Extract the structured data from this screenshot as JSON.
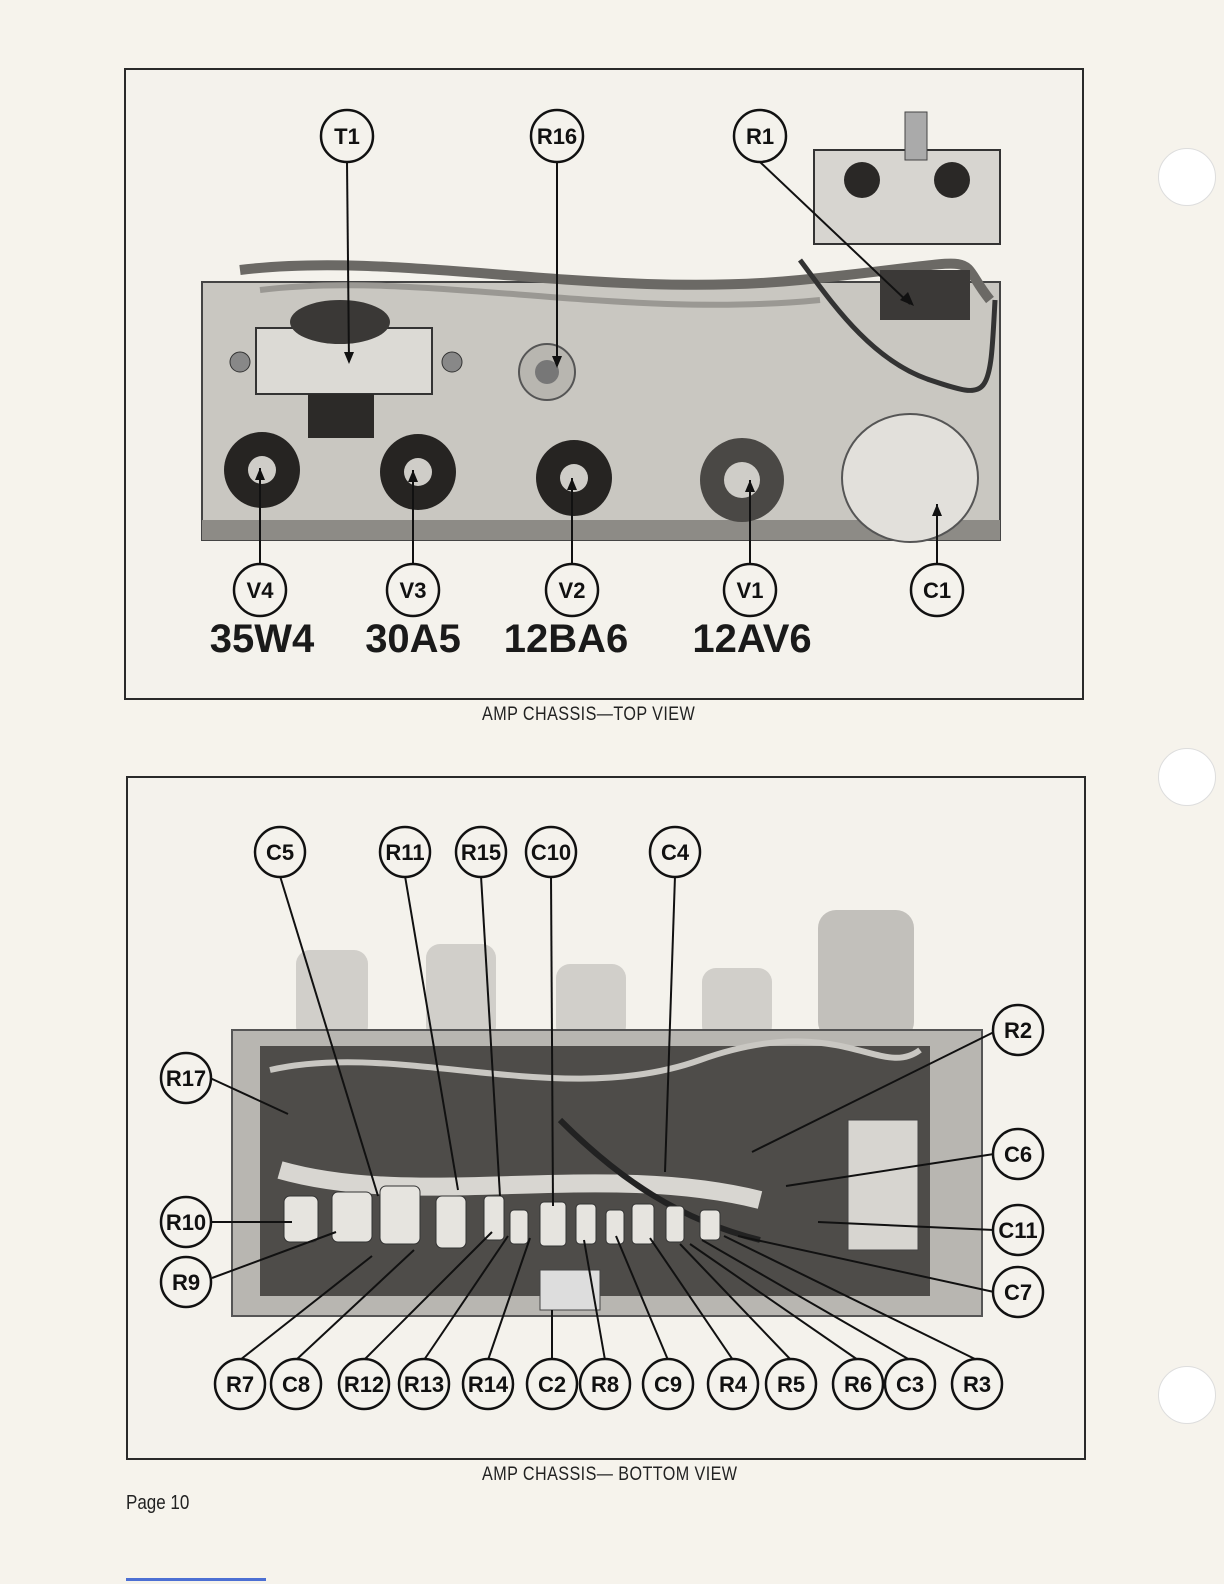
{
  "page": {
    "top_caption": "AMP CHASSIS—TOP VIEW",
    "bottom_caption": "AMP CHASSIS— BOTTOM VIEW",
    "page_number": "Page 10"
  },
  "top_view": {
    "callouts_upper": [
      "T1",
      "R16",
      "R1"
    ],
    "callouts_lower": [
      "V4",
      "V3",
      "V2",
      "V1",
      "C1"
    ],
    "tube_types": [
      "35W4",
      "30A5",
      "12BA6",
      "12AV6"
    ]
  },
  "bottom_view": {
    "callouts_top": [
      "C5",
      "R11",
      "R15",
      "C10",
      "C4"
    ],
    "callouts_left": [
      "R17",
      "R10",
      "R9"
    ],
    "callouts_right": [
      "R2",
      "C6",
      "C11",
      "C7"
    ],
    "callouts_bottom": [
      "R7",
      "C8",
      "R12",
      "R13",
      "R14",
      "C2",
      "R8",
      "C9",
      "R4",
      "R5",
      "R6",
      "C3",
      "R3"
    ]
  }
}
